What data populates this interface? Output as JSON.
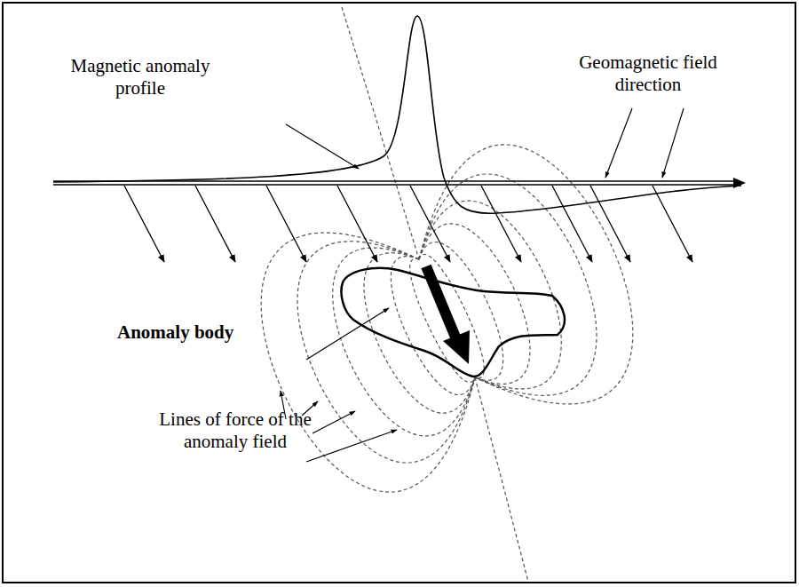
{
  "diagram": {
    "labels": [
      "Magnetic anomaly profile",
      "Geomagnetic field direction",
      "Anomaly body",
      "Lines of force of the anomaly field"
    ]
  }
}
